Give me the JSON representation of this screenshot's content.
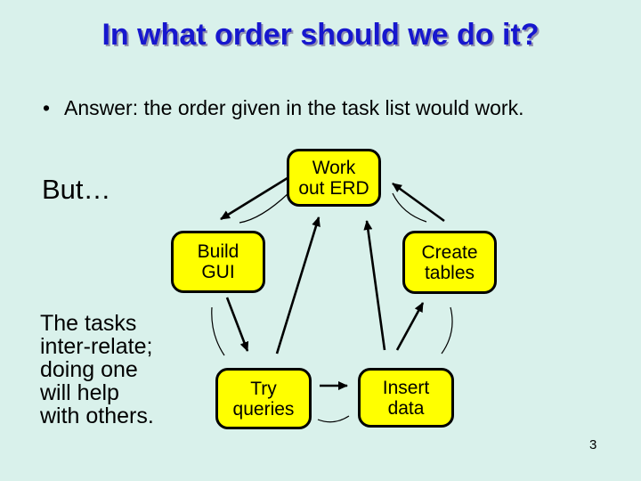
{
  "slide": {
    "background_color": "#d9f1eb",
    "title": {
      "text": "In what order should we do it?",
      "color": "#1717ce"
    },
    "bullet": {
      "marker": "•",
      "text": "Answer: the order given in the task list would work."
    },
    "but_text": "But…",
    "side_note": {
      "lines": [
        "The tasks",
        "inter-relate;",
        "doing one",
        "will help",
        "with others."
      ]
    },
    "page_number": "3"
  },
  "diagram": {
    "node_fill": "#ffff00",
    "node_border": "#000000",
    "arrow_color": "#000000",
    "nodes": [
      {
        "id": "work-out-erd",
        "lines": [
          "Work",
          "out ERD"
        ]
      },
      {
        "id": "build-gui",
        "lines": [
          "Build",
          "GUI"
        ]
      },
      {
        "id": "create-tables",
        "lines": [
          "Create",
          "tables"
        ]
      },
      {
        "id": "try-queries",
        "lines": [
          "Try",
          "queries"
        ]
      },
      {
        "id": "insert-data",
        "lines": [
          "Insert",
          "data"
        ]
      }
    ],
    "links": [
      {
        "from": "work-out-erd",
        "to": "build-gui",
        "style": "arrow"
      },
      {
        "from": "create-tables",
        "to": "work-out-erd",
        "style": "arrow"
      },
      {
        "from": "build-gui",
        "to": "try-queries",
        "style": "arrow"
      },
      {
        "from": "try-queries",
        "to": "work-out-erd",
        "style": "arrow"
      },
      {
        "from": "insert-data",
        "to": "work-out-erd",
        "style": "arrow"
      },
      {
        "from": "insert-data",
        "to": "create-tables",
        "style": "arrow"
      },
      {
        "from": "try-queries",
        "to": "insert-data",
        "style": "arrow"
      },
      {
        "from": "build-gui",
        "to": "work-out-erd",
        "style": "thin-curve"
      },
      {
        "from": "work-out-erd",
        "to": "create-tables",
        "style": "thin-curve"
      },
      {
        "from": "try-queries",
        "to": "build-gui",
        "style": "thin-curve"
      },
      {
        "from": "create-tables",
        "to": "insert-data",
        "style": "thin-curve"
      },
      {
        "from": "insert-data",
        "to": "try-queries",
        "style": "thin-curve"
      }
    ]
  }
}
